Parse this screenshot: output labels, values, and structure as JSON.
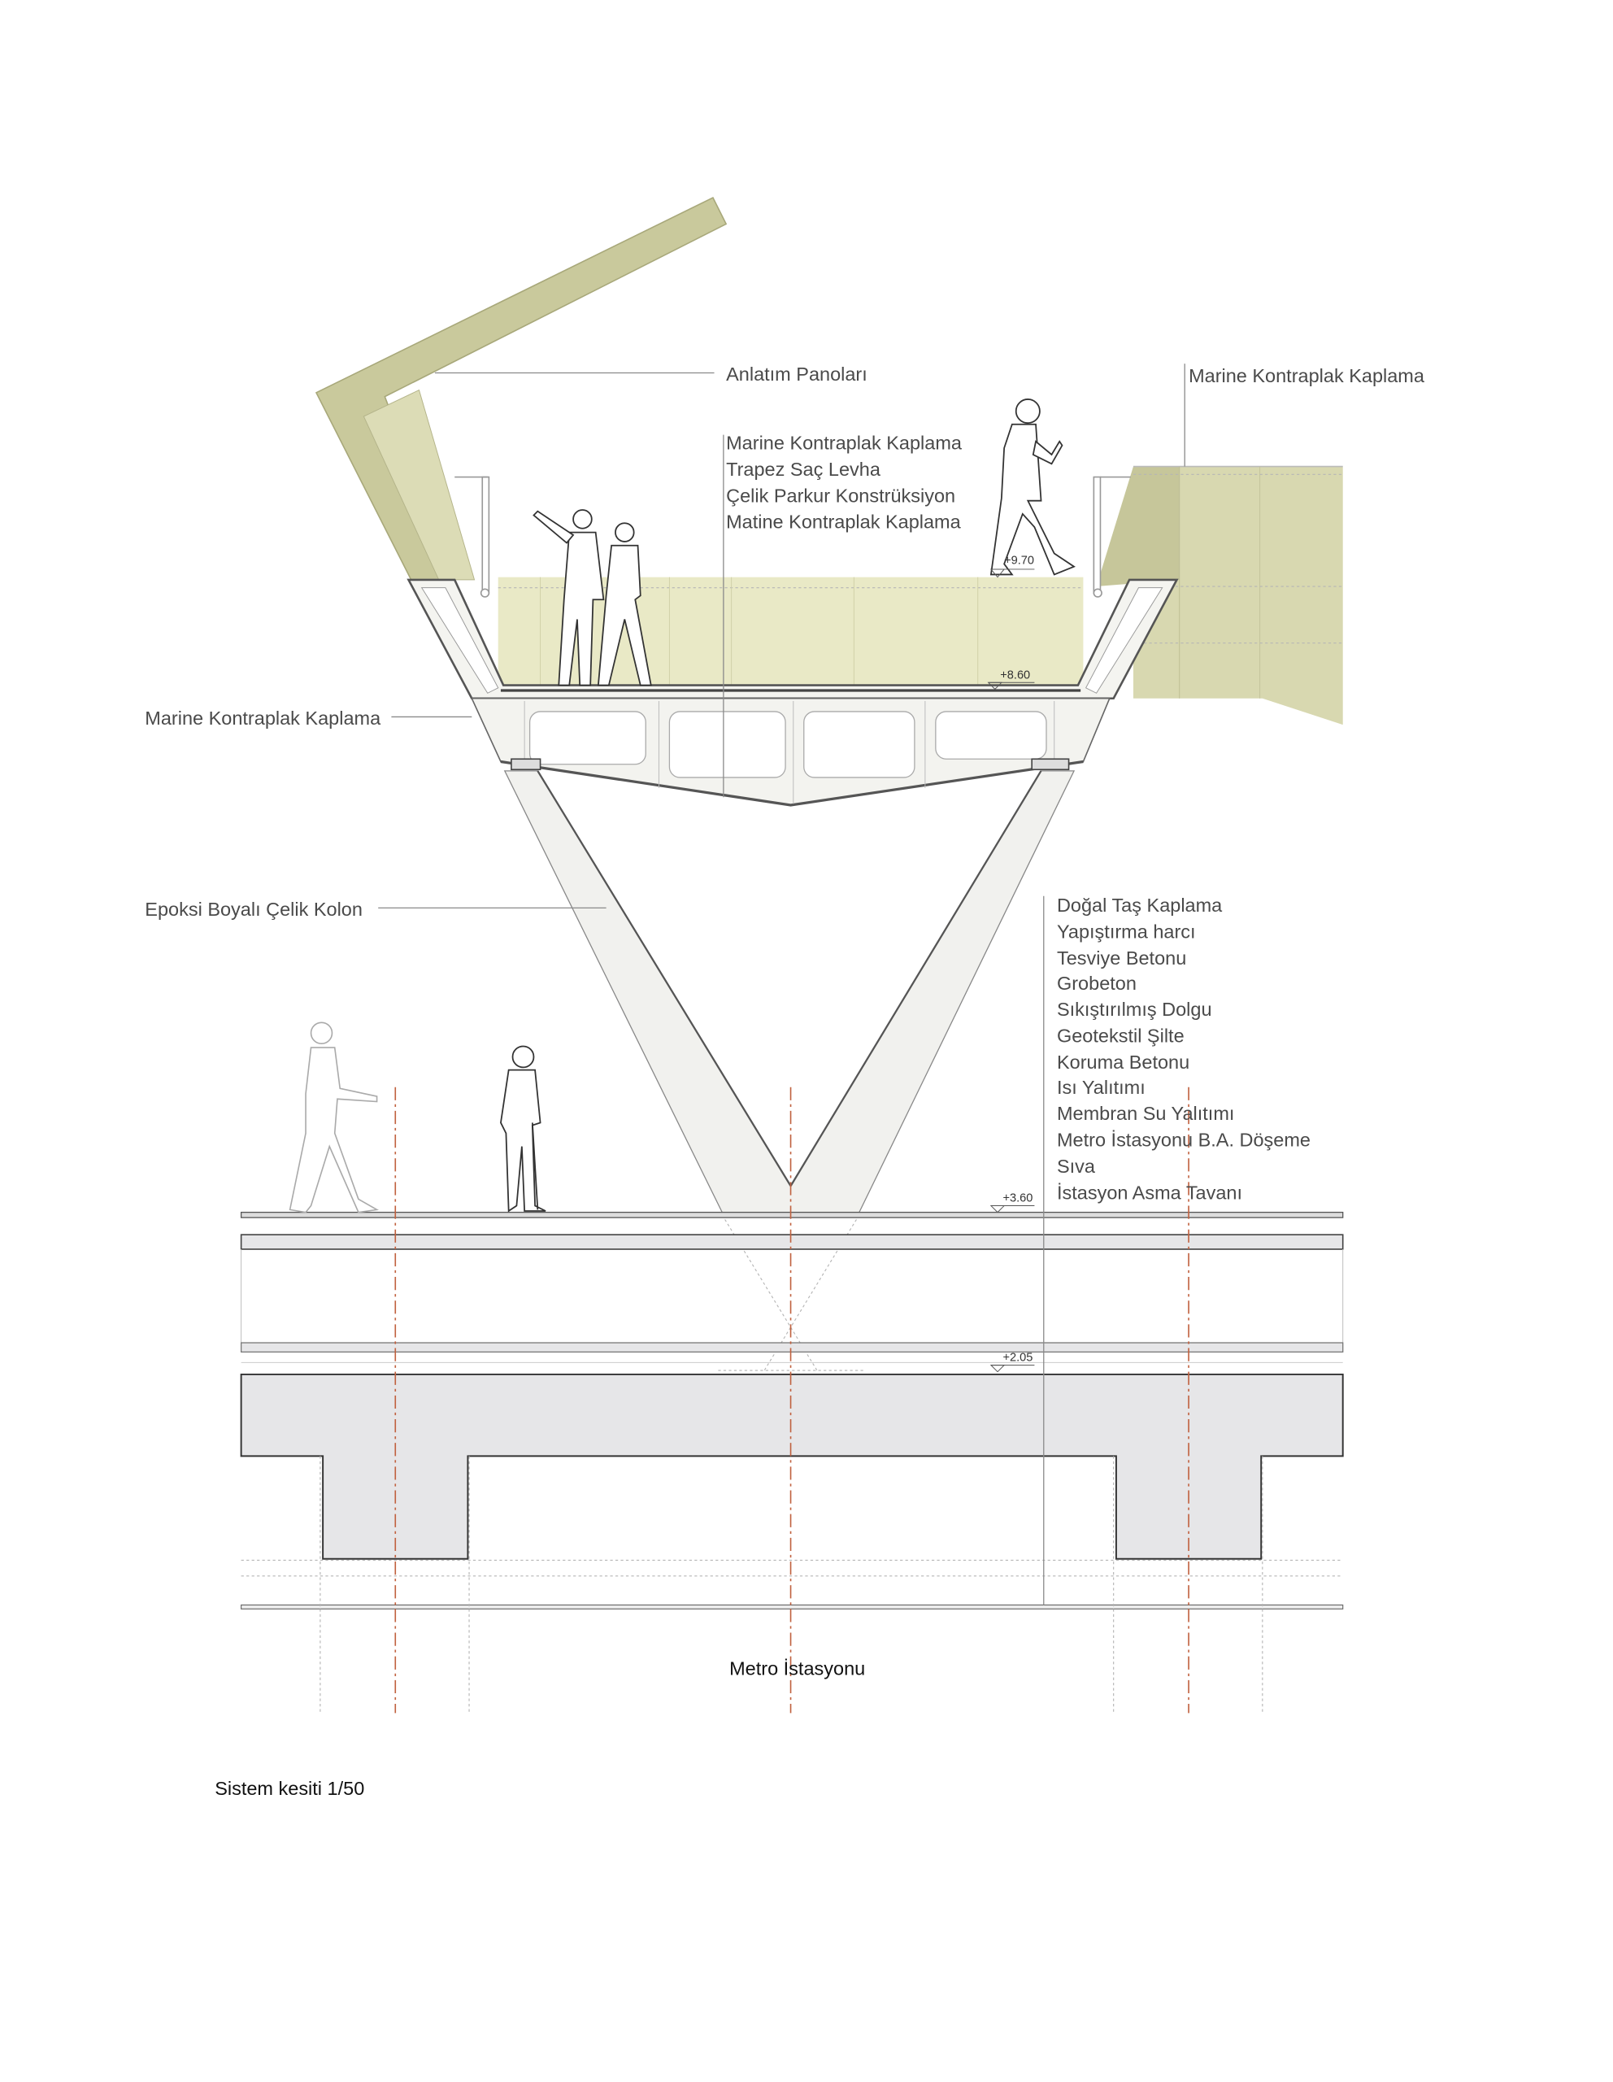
{
  "labels": {
    "anlatim_panolari": "Anlatım Panoları",
    "marine_right": "Marine Kontraplak Kaplama",
    "deck_layers": [
      "Marine Kontraplak Kaplama",
      "Trapez Saç Levha",
      "Çelik Parkur Konstrüksiyon",
      "Matine Kontraplak Kaplama"
    ],
    "marine_left": "Marine Kontraplak Kaplama",
    "column": "Epoksi Boyalı Çelik Kolon",
    "ground_layers": [
      "Doğal Taş Kaplama",
      "Yapıştırma harcı",
      "Tesviye Betonu",
      "Grobeton",
      "Sıkıştırılmış Dolgu",
      "Geotekstil Şilte",
      "Koruma Betonu",
      "Isı Yalıtımı",
      "Membran Su Yalıtımı",
      "Metro İstasyonu B.A. Döşeme",
      "Sıva",
      "İstasyon Asma Tavanı"
    ]
  },
  "levels": {
    "walk_top": "+9.70",
    "deck": "+8.60",
    "ground": "+3.60",
    "ceiling": "+2.05"
  },
  "station_label": "Metro İstasyonu",
  "caption": "Sistem kesiti 1/50",
  "colors": {
    "olive_light": "#e9e9c6",
    "olive_mid": "#d8d8b0",
    "olive_dark": "#c6c69a",
    "concrete": "#e6e6e8",
    "axis": "#c0613f"
  }
}
